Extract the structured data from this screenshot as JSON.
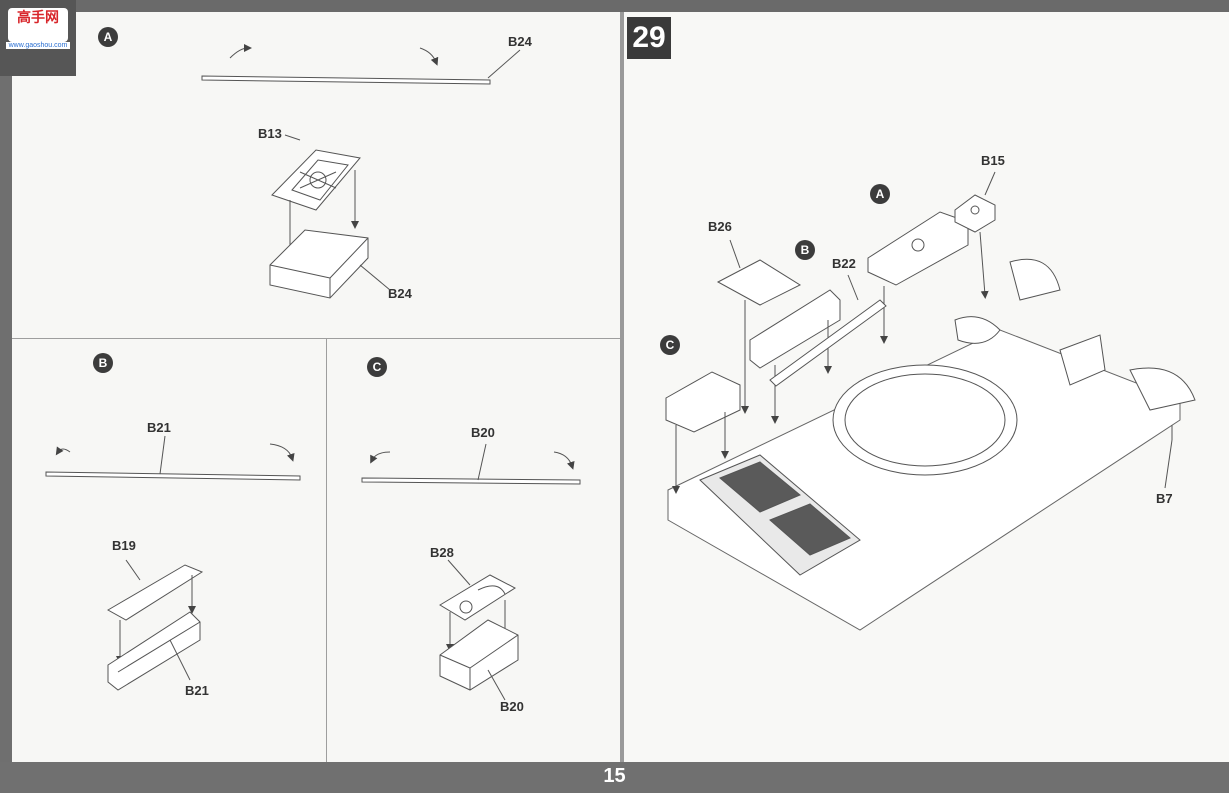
{
  "logo": {
    "mark": "高手网",
    "url": "www.gaoshou.com"
  },
  "step_number": "29",
  "page_number": "15",
  "badges": {
    "a": "A",
    "b": "B",
    "c": "C"
  },
  "parts": {
    "b24_top": "B24",
    "b13": "B13",
    "b24_bottom": "B24",
    "b21_top": "B21",
    "b19": "B19",
    "b21_bottom": "B21",
    "b20_top": "B20",
    "b28": "B28",
    "b20_bottom": "B20",
    "b15": "B15",
    "b26": "B26",
    "b22": "B22",
    "b7": "B7"
  }
}
